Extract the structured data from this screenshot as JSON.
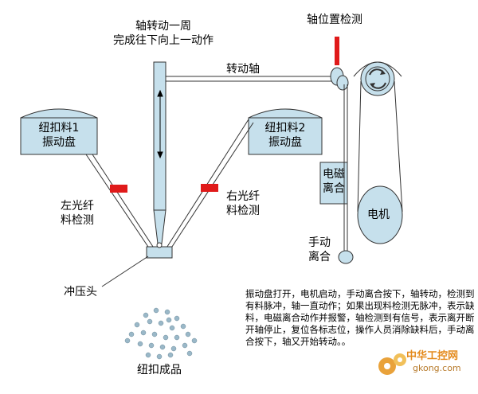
{
  "labels": {
    "shaft_rotation": [
      "轴转动一周",
      "完成往下向上一动作"
    ],
    "shaft_detect": "轴位置检测",
    "rotating_shaft": "转动轴",
    "bowl1": [
      "纽扣料1",
      "振动盘"
    ],
    "bowl2": [
      "纽扣料2",
      "振动盘"
    ],
    "left_sensor": [
      "左光纤",
      "料检测"
    ],
    "right_sensor": [
      "右光纤",
      "料检测"
    ],
    "em_clutch": [
      "电磁",
      "离合"
    ],
    "motor": "电机",
    "manual_clutch": [
      "手动",
      "离合"
    ],
    "punch_head": "冲压头",
    "finished": "纽扣成品"
  },
  "description": "振动盘打开，电机启动，手动离合按下，轴转动，检测到有料脉冲，轴一直动作；如果出现料检测无脉冲，表示缺料，电磁离合动作并报警，轴检测到有信号，表示离开断开轴停止，复位各标志位，操作人员消除缺料后，手动离合按下，轴又开始转动。。",
  "watermark": {
    "brand": "中华工控网",
    "url": "gkong.com"
  },
  "colors": {
    "part_fill": "#c6e0ec",
    "outline": "#333333",
    "sensor": "#e01a1a",
    "ball": "#9ab8c8"
  }
}
